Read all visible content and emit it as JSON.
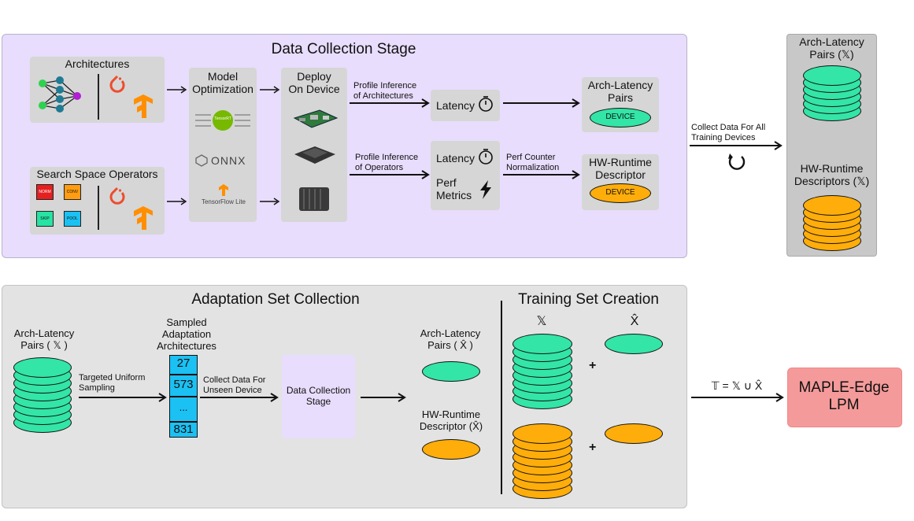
{
  "top": {
    "title": "Data Collection Stage",
    "architectures": "Architectures",
    "search_space": "Search Space Operators",
    "ops": [
      "NORM",
      "CONV",
      "SKIP",
      "POOL"
    ],
    "model_opt": "Model\nOptimization",
    "tensorrt": "TensorRT",
    "onnx": "ONNX",
    "tflite": "TensorFlow Lite",
    "deploy": "Deploy\nOn Device",
    "profile_arch": "Profile Inference\nof Architectures",
    "profile_ops": "Profile Inference\nof Operators",
    "latency": "Latency",
    "perf_metrics": "Perf\nMetrics",
    "perf_counter": "Perf Counter\nNormalization",
    "arch_latency_pairs": "Arch-Latency\nPairs",
    "hw_runtime_descriptor": "HW-Runtime\nDescriptor",
    "device": "DEVICE"
  },
  "right": {
    "collect": "Collect Data For All\nTraining Devices",
    "arch_pairs": "Arch-Latency\nPairs (𝕏)",
    "hw_desc": "HW-Runtime\nDescriptors (𝕏)"
  },
  "bottom": {
    "adapt_title": "Adaptation Set Collection",
    "train_title": "Training Set Creation",
    "arch_pairs": "Arch-Latency\nPairs ( 𝕏 )",
    "sampled": "Sampled\nAdaptation\nArchitectures",
    "samples": [
      "27",
      "573",
      "...",
      "831"
    ],
    "targeted": "Targeted Uniform\nSampling",
    "collect_unseen": "Collect Data For\nUnseen Device",
    "dcs": "Data Collection\nStage",
    "arch_pairs_hat": "Arch-Latency\nPairs ( X̂ )",
    "hw_desc_hat": "HW-Runtime\nDescriptor (X̂)",
    "x_label": "𝕏",
    "xhat_label": "X̂",
    "plus": "+",
    "formula": "𝕋 = 𝕏 ∪ X̂",
    "maple": "MAPLE-Edge\nLPM"
  },
  "colors": {
    "purple_panel": "#e8ddfc",
    "gray_panel": "#e3e3e3",
    "green": "#33e5a7",
    "orange": "#ffad0a",
    "maple": "#f59a9a",
    "blue": "#1bc1f3"
  }
}
